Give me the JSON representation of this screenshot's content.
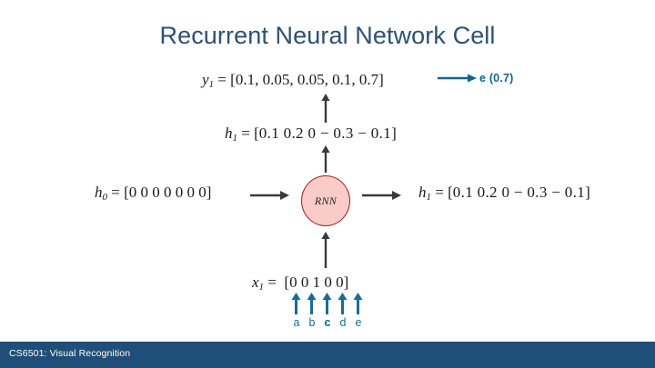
{
  "slide": {
    "title": "Recurrent Neural Network Cell",
    "background_color": "#ffffff",
    "title_color": "#2e5073"
  },
  "diagram": {
    "cell": {
      "label": "RNN",
      "fill_color": "#f9ccc9",
      "border_color": "#9e1b1b"
    },
    "output_vector": {
      "name": "y",
      "subscript": "1",
      "equals": "=",
      "open_bracket": "[",
      "values": "0.1, 0.05, 0.05, 0.1, 0.7",
      "close_bracket": "]",
      "full_text": "y₁ = [0.1, 0.05, 0.05, 0.1, 0.7]"
    },
    "hidden_state_top": {
      "name": "h",
      "subscript": "1",
      "equals": "=",
      "open_bracket": "[",
      "values": "0.1   0.2 0  − 0.3  − 0.1",
      "close_bracket": "]",
      "full_text": "h₁ = [0.1  0.2 0 − 0.3 − 0.1 ]"
    },
    "hidden_state_in": {
      "name": "h",
      "subscript": "0",
      "equals": "=",
      "open_bracket": "[",
      "values": "0 0 0 0 0 0 0",
      "close_bracket": "]",
      "full_text": "h₀ = [0 0 0 0 0 0 0]"
    },
    "hidden_state_out": {
      "name": "h",
      "subscript": "1",
      "equals": "=",
      "open_bracket": "[",
      "values": "0.1   0.2 0  − 0.3  − 0.1",
      "close_bracket": "]",
      "full_text": "h₁ = [0.1  0.2 0 − 0.3 − 0.1 ]"
    },
    "input_vector": {
      "name": "x",
      "subscript": "1",
      "equals": "=",
      "open_bracket": "[",
      "values": "0 0 1 0 0",
      "close_bracket": "]",
      "full_text": "x₁ = [0 0 1 0 0]"
    },
    "prediction_annotation": {
      "text": "e (0.7)",
      "color": "#10658f"
    },
    "input_alphabet": {
      "letters": [
        "a",
        "b",
        "c",
        "d",
        "e"
      ],
      "selected_index": 2,
      "arrow_color": "#1a6b99",
      "label_color": "#1a6b99"
    },
    "arrows": {
      "flow_color": "#3a3a3a",
      "accent_color": "#10658f"
    }
  },
  "footer": {
    "text": "CS6501: Visual Recognition",
    "background_color": "#1f4e79",
    "text_color": "#ffffff"
  }
}
